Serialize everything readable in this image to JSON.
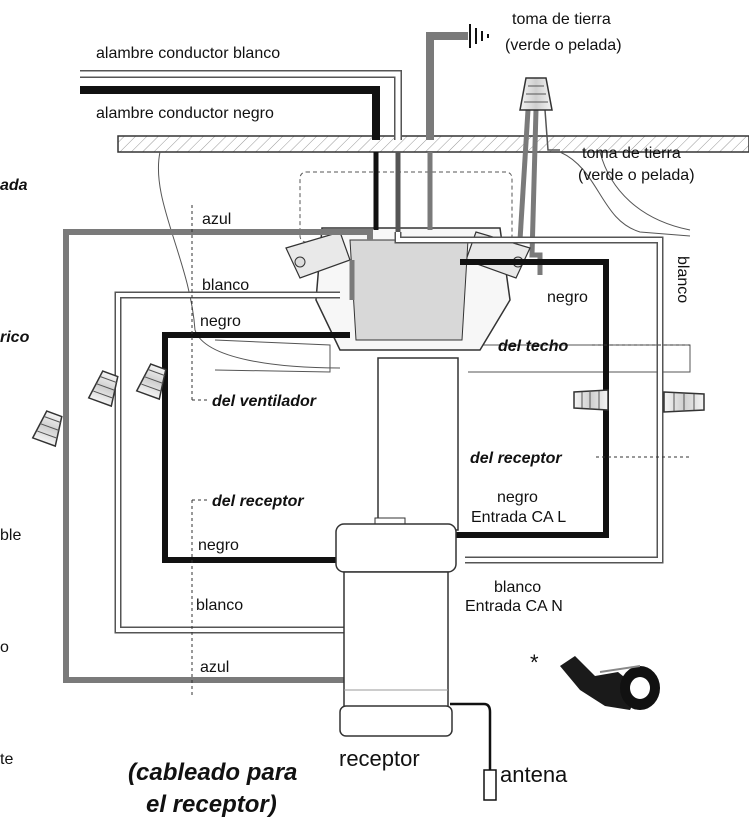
{
  "labels": {
    "white_supply": "alambre conductor blanco",
    "black_supply": "alambre conductor negro",
    "ground_top_1": "toma de tierra",
    "ground_top_2": "(verde o pelada)",
    "ground_right_1": "toma de tierra",
    "ground_right_2": "(verde o pelada)",
    "azul_top": "azul",
    "blanco_fan": "blanco",
    "negro_fan": "negro",
    "negro_ceiling": "negro",
    "blanco_right": "blanco",
    "from_ceiling": "del techo",
    "from_fan": "del ventilador",
    "from_receiver_right": "del receptor",
    "from_receiver_left": "del receptor",
    "negro_ac_l_1": "negro",
    "negro_ac_l_2": "Entrada CA L",
    "negro_recv": "negro",
    "blanco_ac_n_1": "blanco",
    "blanco_ac_n_2": "Entrada CA N",
    "blanco_recv": "blanco",
    "azul_bottom": "azul",
    "receiver": "receptor",
    "antenna": "antena",
    "asterisk": "*",
    "caption_1": "(cableado para",
    "caption_2": "el receptor)",
    "edge_1": "ada",
    "edge_2": "rico",
    "edge_3": "ble",
    "edge_4": "o",
    "edge_5": "te"
  },
  "colors": {
    "black_wire": "#111111",
    "gray_wire": "#7a7a7a",
    "white_wire_edge": "#555555",
    "light_fill": "#eeeeee"
  },
  "icons": [
    "wire-nut-icon",
    "ground-symbol-icon",
    "electrical-tape-icon"
  ]
}
